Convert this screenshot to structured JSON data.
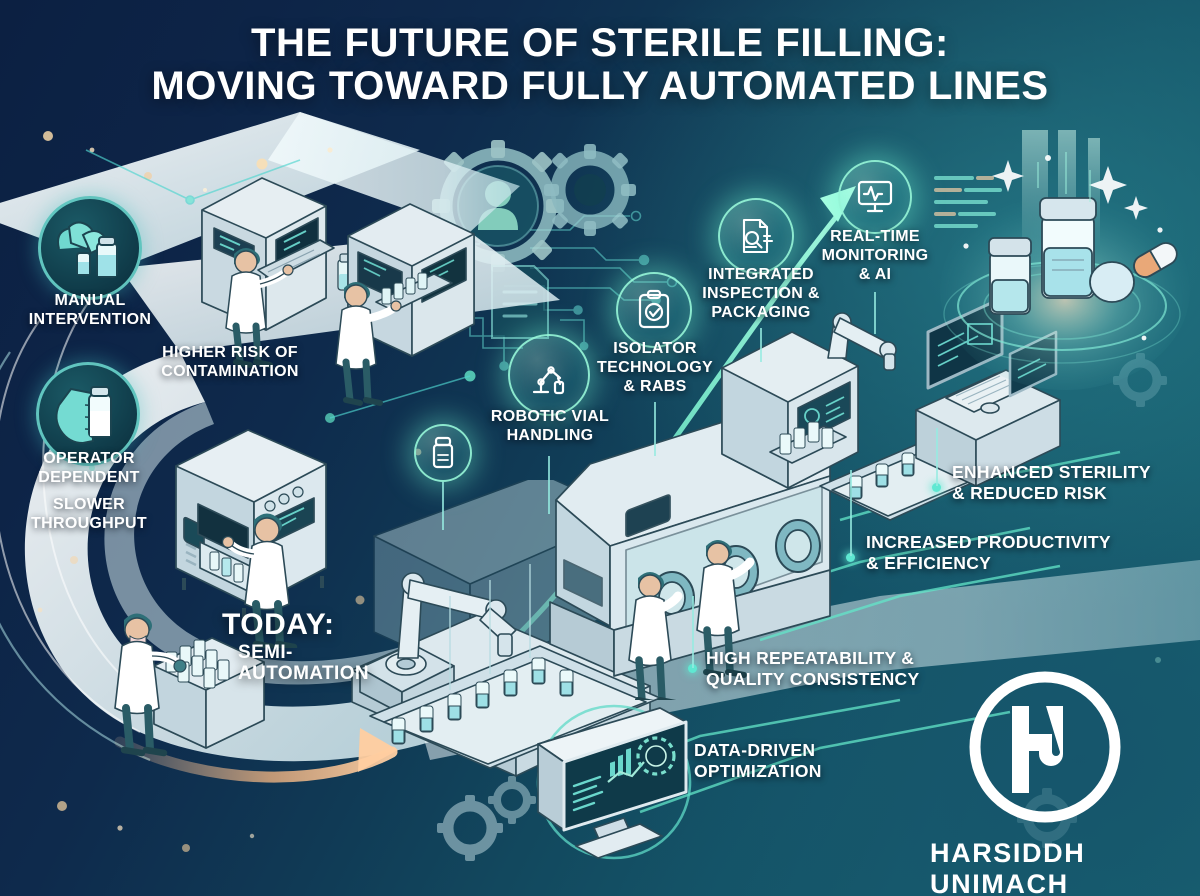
{
  "header": {
    "title_line1": "THE FUTURE OF STERILE FILLING:",
    "title_line2": "MOVING TOWARD FULLY AUTOMATED LINES"
  },
  "phase_marker": {
    "headline": "TODAY:",
    "subline1": "SEMI-",
    "subline2": "AUTOMATION"
  },
  "manual_stage": {
    "items": [
      {
        "label_line1": "MANUAL",
        "label_line2": "INTERVENTION",
        "icon": "gloved-hand-vial-icon"
      },
      {
        "label_line1": "HIGHER RISK OF",
        "label_line2": "CONTAMINATION",
        "icon": "none"
      },
      {
        "label_line1": "OPERATOR",
        "label_line2": "DEPENDENT",
        "icon": "gloved-hand-holding-vial-icon"
      },
      {
        "label_line1": "SLOWER",
        "label_line2": "THROUGHPUT",
        "icon": "none"
      }
    ]
  },
  "automation_stage": {
    "items": [
      {
        "label_line1": "ROBOTIC VIAL",
        "label_line2": "HANDLING",
        "label_line3": "",
        "icon": "robot-arm-icon"
      },
      {
        "label_line1": "ISOLATOR",
        "label_line2": "TECHNOLOGY",
        "label_line3": "& RABS",
        "icon": "clipboard-check-icon"
      },
      {
        "label_line1": "INTEGRATED",
        "label_line2": "INSPECTION &",
        "label_line3": "PACKAGING",
        "icon": "document-magnifier-icon"
      },
      {
        "label_line1": "REAL-TIME",
        "label_line2": "MONITORING",
        "label_line3": "& AI",
        "icon": "monitor-pulse-icon"
      },
      {
        "label_line1": "DATA-DRIVEN",
        "label_line2": "OPTIMIZATION",
        "label_line3": "",
        "icon": "dashboard-monitor-icon"
      }
    ]
  },
  "benefits": {
    "items": [
      {
        "label_line1": "ENHANCED STERILITY",
        "label_line2": "& REDUCED RISK"
      },
      {
        "label_line1": "INCREASED PRODUCTIVITY",
        "label_line2": "& EFFICIENCY"
      },
      {
        "label_line1": "HIGH REPEATABILITY &",
        "label_line2": "QUALITY CONSISTENCY"
      }
    ]
  },
  "vial_badge": {
    "icon": "vial-icon"
  },
  "brand": {
    "name": "HARSIDDH UNIMACH",
    "monogram": "HU"
  },
  "colors": {
    "bg_navy": "#0d2447",
    "bg_teal": "#17546b",
    "accent_mint": "#6ef0cd",
    "accent_cyan": "#5fe8d2",
    "text_white": "#ffffff",
    "machine_light": "#dfe9ee",
    "machine_mid": "#b9cdd6",
    "lab_coat": "#ffffff",
    "scrub_teal": "#2e6f78"
  }
}
